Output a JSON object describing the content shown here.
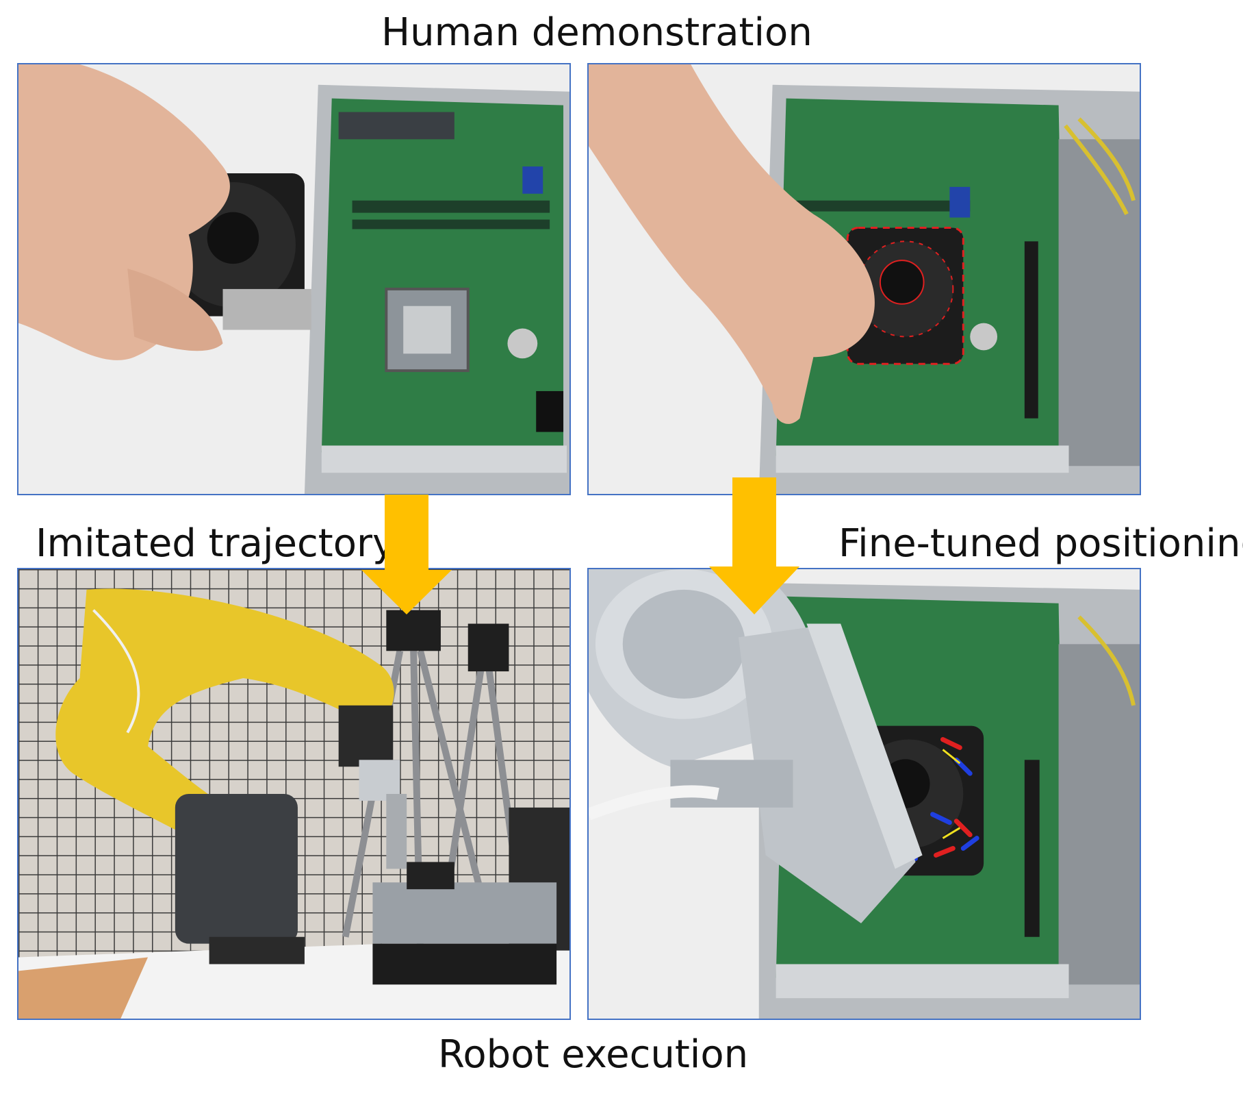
{
  "labels": {
    "top": "Human demonstration",
    "left_middle": "Imitated trajectory",
    "right_middle": "Fine-tuned positioning",
    "bottom": "Robot execution"
  },
  "colors": {
    "panel_border": "#4472c4",
    "arrow": "#ffc000",
    "robot_arm": "#e8c62a",
    "pcb": "#2f7d46",
    "fan_marker_red": "#e02020",
    "fan_marker_blue": "#1f3fe0",
    "fan_marker_yellow": "#f0e020"
  },
  "panels": [
    {
      "id": "top-left",
      "content": "hand-holding-cpu-fan-over-motherboard"
    },
    {
      "id": "top-right",
      "content": "hand-placing-cpu-fan-on-socket"
    },
    {
      "id": "bottom-left",
      "content": "yellow-robot-arm-with-tripods"
    },
    {
      "id": "bottom-right",
      "content": "robot-gripper-placing-fan-with-markers"
    }
  ],
  "icons": [
    "down-arrow-icon",
    "down-arrow-icon"
  ]
}
